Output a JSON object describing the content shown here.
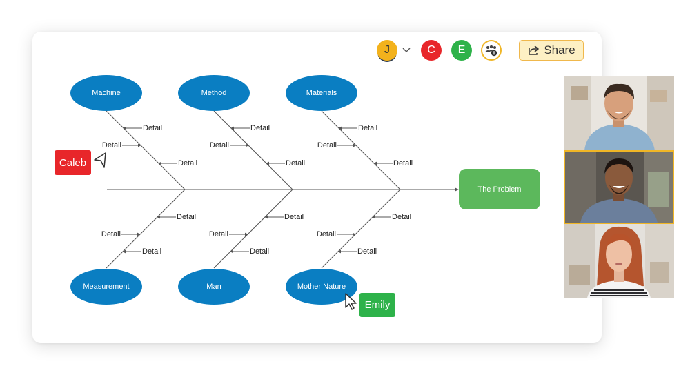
{
  "toolbar": {
    "avatars": [
      {
        "initial": "J",
        "color": "#f3b21c"
      },
      {
        "initial": "C",
        "color": "#e8262a"
      },
      {
        "initial": "E",
        "color": "#2eb24a"
      }
    ],
    "share_label": "Share",
    "share_icon": "share-icon",
    "collaborators_icon": "collaborators-info-icon"
  },
  "diagram": {
    "problem": "The Problem",
    "causes_top": [
      "Machine",
      "Method",
      "Materials"
    ],
    "causes_bottom": [
      "Measurement",
      "Man",
      "Mother Nature"
    ],
    "detail_label": "Detail",
    "colors": {
      "cause": "#0a7ec2",
      "problem": "#5cb85c",
      "line": "#555555"
    }
  },
  "cursors": [
    {
      "name": "Caleb",
      "color": "#e8262a"
    },
    {
      "name": "Emily",
      "color": "#2eb24a"
    }
  ],
  "video_participants": [
    "participant-1",
    "participant-2",
    "participant-3"
  ]
}
